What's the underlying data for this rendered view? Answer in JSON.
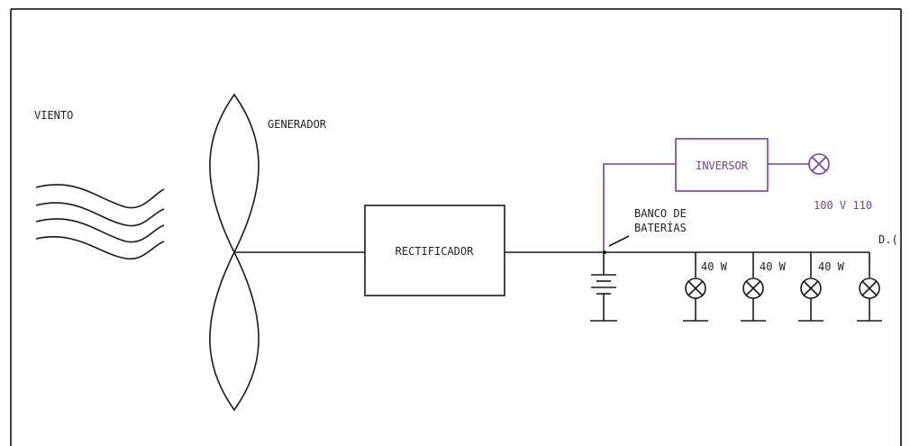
{
  "labels": {
    "wind": "VIENTO",
    "generator": "GENERADOR",
    "rectifier": "RECTIFICADOR",
    "inverter": "INVERSOR",
    "ac_output": "100 V 110",
    "battery_line1": "BANCO DE",
    "battery_line2": "BATERÍAS",
    "dc_label": "D.(",
    "load_1": "40 W",
    "load_2": "40 W",
    "load_3": "40 W"
  },
  "colors": {
    "line": "#1a1a1a",
    "inverter_accent": "#7b3f9e",
    "frame": "#000000"
  }
}
